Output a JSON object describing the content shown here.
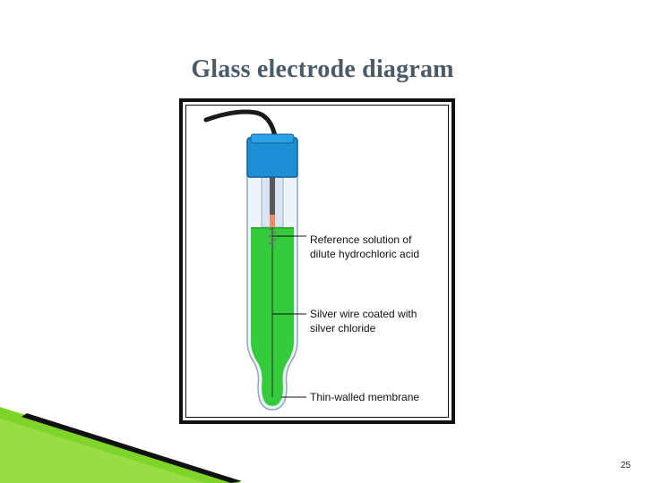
{
  "slide": {
    "title": "Glass electrode diagram",
    "page_number": "25"
  },
  "diagram": {
    "labels": {
      "reference_solution": [
        "Reference solution of",
        "dilute hydrochloric acid"
      ],
      "silver_wire": [
        "Silver wire coated with",
        "silver chloride"
      ],
      "membrane": [
        "Thin-walled membrane"
      ]
    },
    "colors": {
      "cap": "#1e8fd6",
      "solution": "#34cc3c",
      "cable": "#1a1a1a",
      "wire_tip": "#f08a6a",
      "tube_glass": "#c9d9ea"
    }
  },
  "decoration": {
    "accent_colors": [
      "#7fd42a",
      "#111111"
    ]
  }
}
